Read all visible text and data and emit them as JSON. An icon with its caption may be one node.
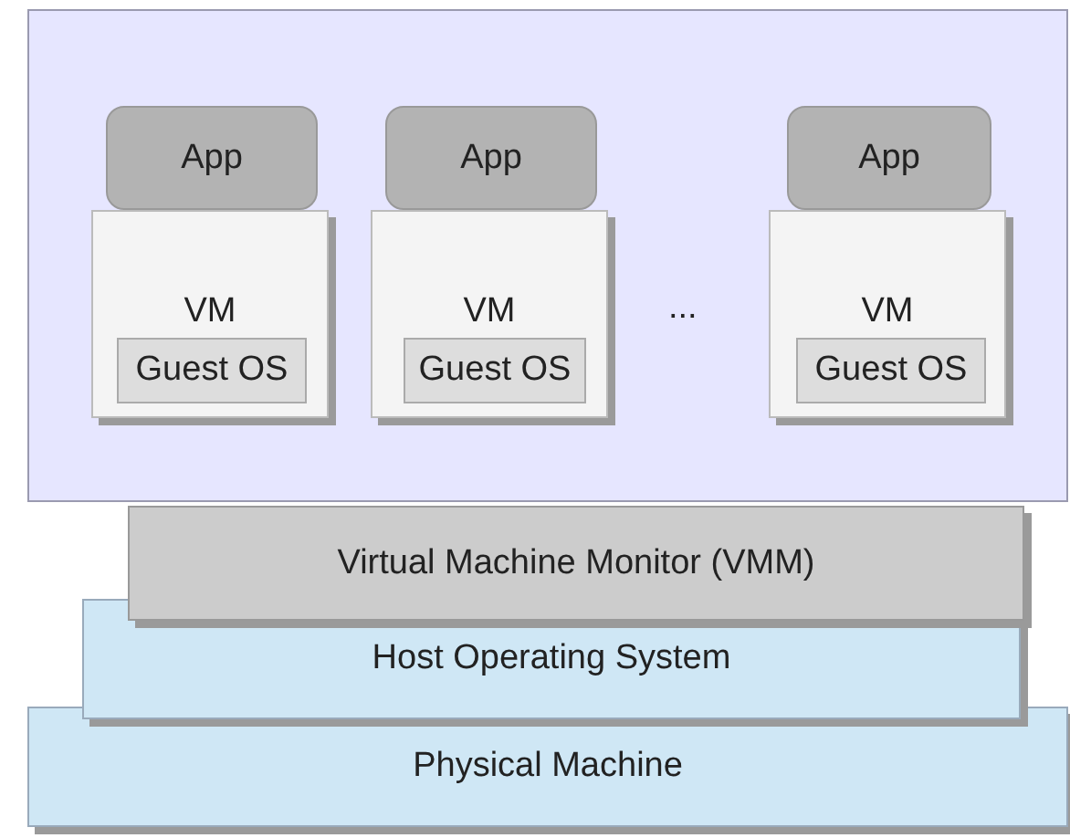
{
  "diagram": {
    "nodes": [
      {
        "text": [],
        "shape": "box"
      },
      {
        "text": [
          "App"
        ],
        "in": 0
      },
      {
        "text": [
          "VM"
        ],
        "in": 0
      },
      {
        "text": [
          "Guest OS"
        ],
        "in": 2
      },
      {
        "text": [
          "App"
        ],
        "in": 0
      },
      {
        "text": [
          "VM"
        ],
        "in": 0
      },
      {
        "text": [
          "Guest OS"
        ],
        "in": 5
      },
      {
        "text": [
          "App"
        ],
        "in": 0
      },
      {
        "text": [
          "VM"
        ],
        "in": 0
      },
      {
        "text": [
          "Guest OS"
        ],
        "in": 8
      },
      {
        "text": [
          "Virtual Machine Monitor (VMM)"
        ]
      },
      {
        "text": [
          "Host Operating System"
        ]
      },
      {
        "text": [
          "Physical Machine"
        ]
      }
    ],
    "labels": [
      "..."
    ]
  }
}
